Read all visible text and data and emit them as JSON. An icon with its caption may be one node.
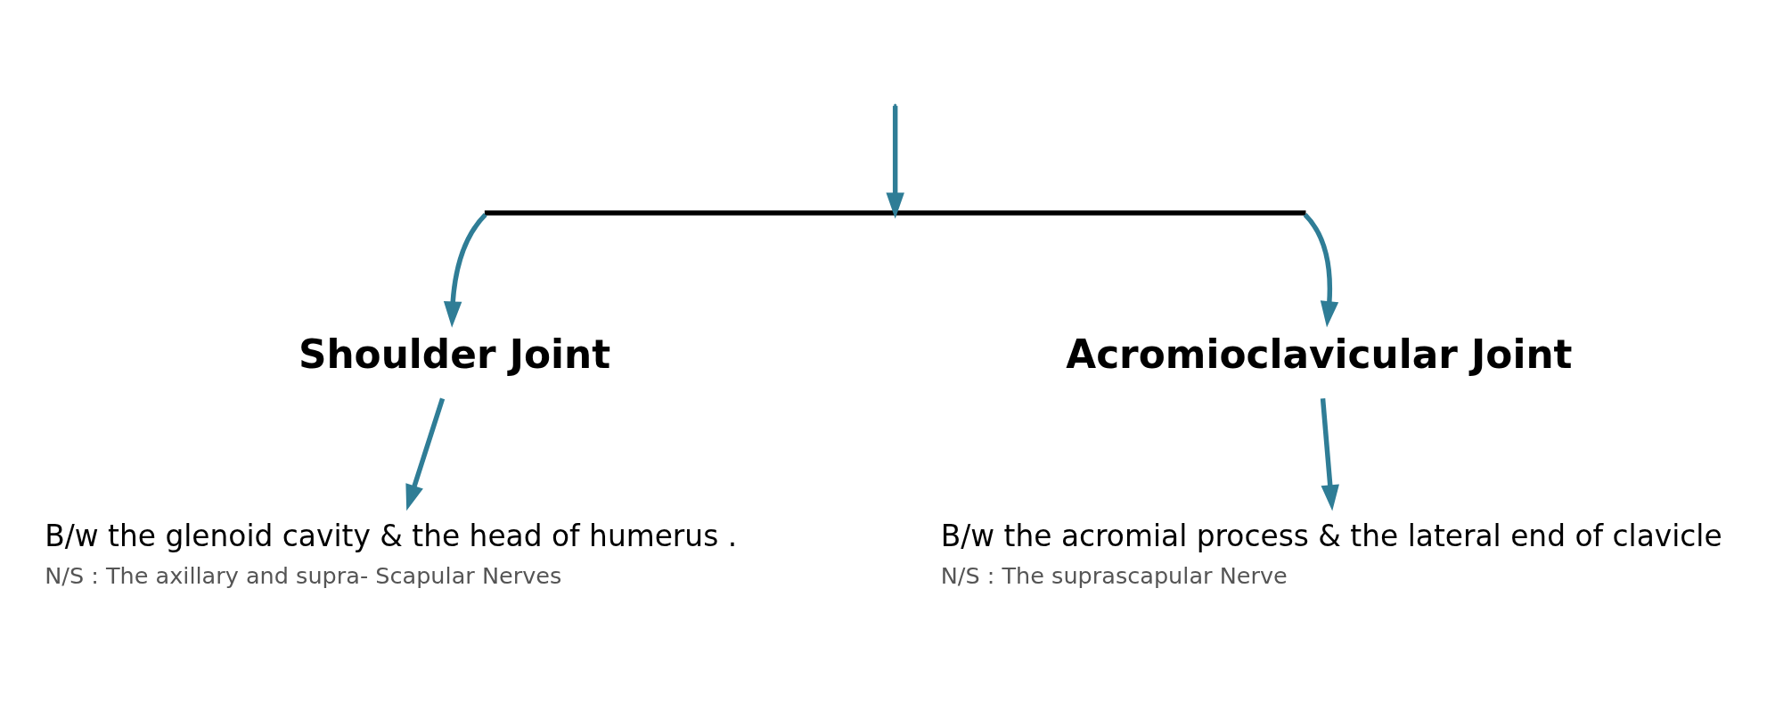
{
  "diagram": {
    "nodes": [
      {
        "text": [],
        "shape": "bar"
      },
      {
        "text": [
          "Shoulder Joint"
        ]
      },
      {
        "text": [
          "Acromioclavicular Joint"
        ]
      },
      {
        "text": [
          "B/w the glenoid cavity & the head of humerus .",
          "N/S : The axillary and supra- Scapular Nerves"
        ]
      },
      {
        "text": [
          "B/w the acromial process & the lateral end of clavicle",
          "N/S : The suprascapular Nerve"
        ]
      }
    ],
    "edges": [
      {
        "from": null,
        "to": 0,
        "arrow": "to"
      },
      {
        "from": 0,
        "to": 1,
        "arrow": "to"
      },
      {
        "from": 0,
        "to": 2,
        "arrow": "to"
      },
      {
        "from": 1,
        "to": 3,
        "arrow": "to"
      },
      {
        "from": 2,
        "to": 4,
        "arrow": "to"
      }
    ]
  }
}
